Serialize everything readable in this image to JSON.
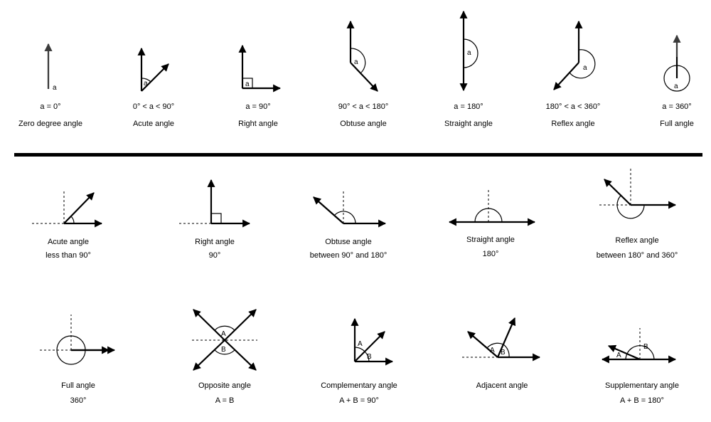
{
  "top_row": [
    {
      "symbol": "a",
      "formula": "a = 0°",
      "name": "Zero degree angle"
    },
    {
      "symbol": "a",
      "formula": "0° < a < 90°",
      "name": "Acute angle"
    },
    {
      "symbol": "a",
      "formula": "a = 90°",
      "name": "Right angle"
    },
    {
      "symbol": "a",
      "formula": "90° < a < 180°",
      "name": "Obtuse angle"
    },
    {
      "symbol": "a",
      "formula": "a = 180°",
      "name": "Straight angle"
    },
    {
      "symbol": "a",
      "formula": "180° < a < 360°",
      "name": "Reflex angle"
    },
    {
      "symbol": "a",
      "formula": "a = 360°",
      "name": "Full angle"
    }
  ],
  "middle_row": [
    {
      "name": "Acute angle",
      "desc": "less than 90°"
    },
    {
      "name": "Right angle",
      "desc": "90°"
    },
    {
      "name": "Obtuse angle",
      "desc": "between 90° and 180°"
    },
    {
      "name": "Straight angle",
      "desc": "180°"
    },
    {
      "name": "Reflex angle",
      "desc": "between 180° and 360°"
    }
  ],
  "bottom_row": [
    {
      "name": "Full angle",
      "desc": "360°"
    },
    {
      "name": "Opposite angle",
      "desc": "A = B",
      "labels": [
        "A",
        "B"
      ]
    },
    {
      "name": "Complementary angle",
      "desc": "A + B = 90°",
      "labels": [
        "A",
        "B"
      ]
    },
    {
      "name": "Adjacent angle",
      "desc": "",
      "labels": [
        "A",
        "B"
      ]
    },
    {
      "name": "Supplementary angle",
      "desc": "A + B = 180°",
      "labels": [
        "A",
        "B"
      ]
    }
  ]
}
